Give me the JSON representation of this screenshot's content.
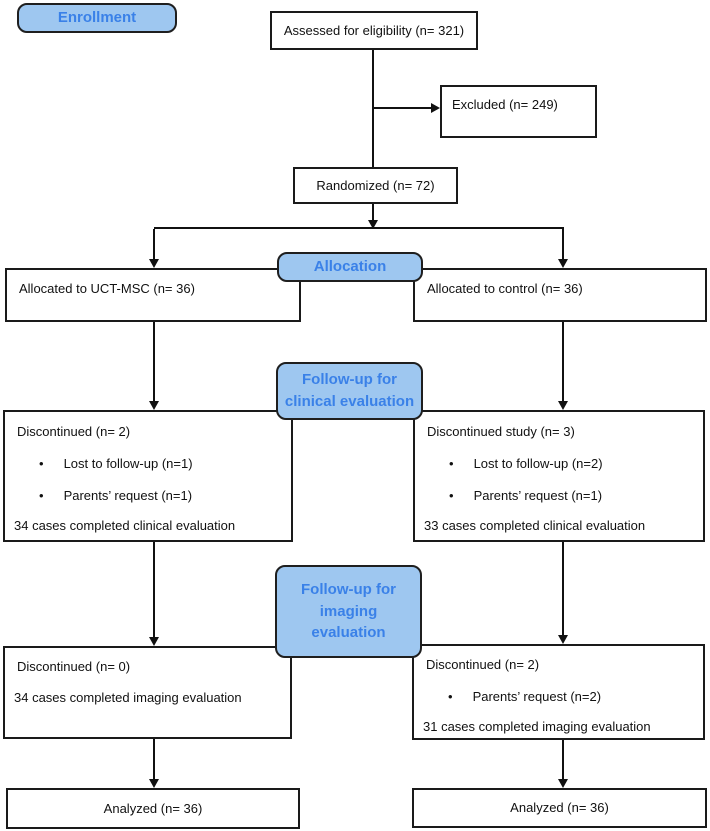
{
  "diagram": {
    "stages": {
      "enrollment": "Enrollment",
      "allocation": "Allocation",
      "clinical": {
        "line1": "Follow-up for",
        "line2": "clinical evaluation"
      },
      "imaging": {
        "line1": "Follow-up for",
        "line2": "imaging",
        "line3": "evaluation"
      }
    },
    "boxes": {
      "assessed": "Assessed for eligibility (n= 321)",
      "excluded": "Excluded (n= 249)",
      "randomized": "Randomized (n= 72)",
      "allocated_uctmsc": "Allocated to UCT-MSC (n= 36)",
      "allocated_control": "Allocated to control (n= 36)",
      "clinical_uctmsc": {
        "title": "Discontinued (n= 2)",
        "bullets": [
          "Lost to follow-up (n=1)",
          "Parents’ request (n=1)"
        ],
        "footer": "34 cases completed clinical evaluation"
      },
      "clinical_control": {
        "title": "Discontinued study (n= 3)",
        "bullets": [
          "Lost to follow-up (n=2)",
          "Parents’ request (n=1)"
        ],
        "footer": "33 cases completed clinical evaluation"
      },
      "imaging_uctmsc": {
        "title": "Discontinued (n= 0)",
        "footer": "34 cases completed imaging evaluation"
      },
      "imaging_control": {
        "title": "Discontinued (n= 2)",
        "bullets": [
          "Parents’ request (n=2)"
        ],
        "footer": "31 cases completed imaging evaluation"
      },
      "analyzed_uctmsc": "Analyzed (n= 36)",
      "analyzed_control": "Analyzed (n= 36)"
    },
    "colors": {
      "stage_fill": "#9ec7f0",
      "stage_text": "#3a81e8",
      "stage_border": "#1f1f1f",
      "box_border": "#1a1a1a",
      "connector": "#111111"
    }
  }
}
